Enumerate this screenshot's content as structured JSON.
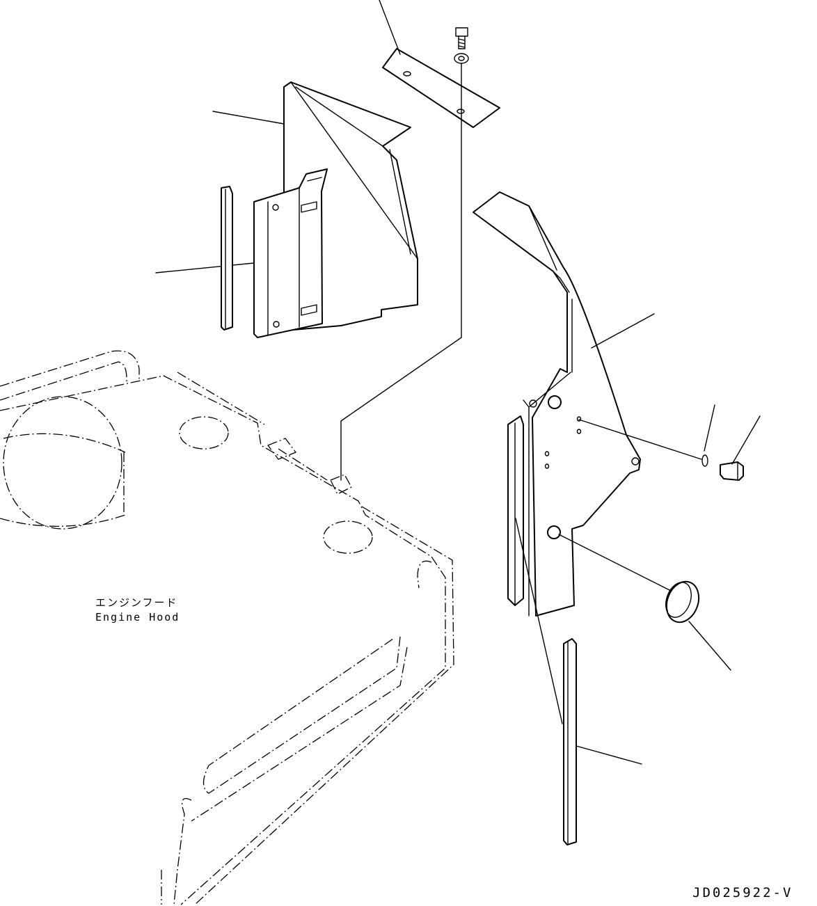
{
  "drawing": {
    "hood_label_ja": "エンジンフード",
    "hood_label_en": "Engine Hood",
    "drawing_code": "JD025922-V"
  }
}
